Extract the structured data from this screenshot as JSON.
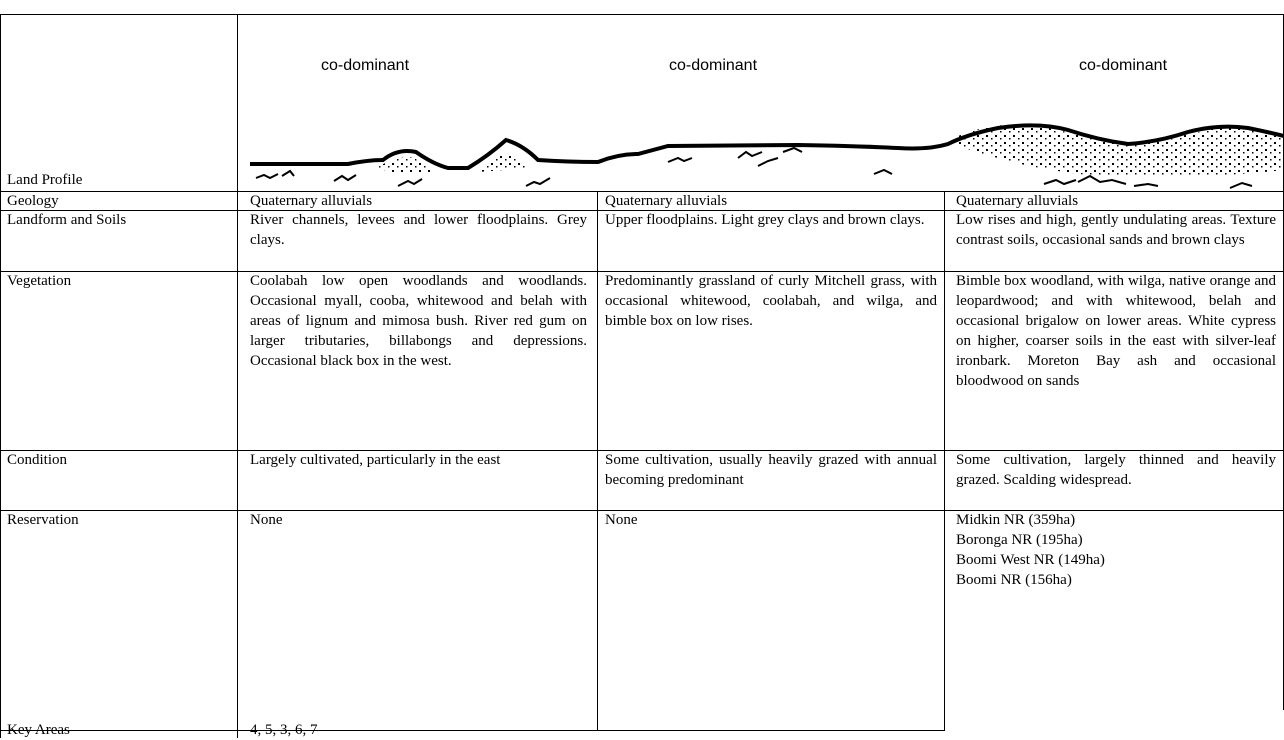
{
  "profile": {
    "row_label": "Land Profile",
    "codominant_labels": [
      "co-dominant",
      "co-dominant",
      "co-dominant"
    ]
  },
  "rows": [
    {
      "label": "Geology",
      "cells": [
        "Quaternary alluvials",
        "Quaternary alluvials",
        "Quaternary alluvials"
      ]
    },
    {
      "label": "Landform and Soils",
      "cells": [
        "River channels, levees and lower floodplains. Grey clays.",
        "Upper floodplains. Light grey clays and brown clays.",
        "Low rises and high, gently undulating areas. Texture contrast soils, occasional sands and brown clays"
      ]
    },
    {
      "label": "Vegetation",
      "cells": [
        "Coolabah low open woodlands and woodlands. Occasional myall, cooba, whitewood and belah with areas of lignum and mimosa bush. River red gum on larger tributaries, billabongs and depressions. Occasional black box in the west.",
        "Predominantly grassland of curly Mitchell grass, with occasional whitewood, coolabah, and wilga, and bimble box on low rises.",
        "Bimble box woodland, with wilga, native orange and leopardwood; and with whitewood, belah and occasional brigalow on lower areas. White cypress on higher, coarser soils in the east with silver-leaf ironbark. Moreton Bay ash and occasional bloodwood on sands"
      ]
    },
    {
      "label": "Condition",
      "cells": [
        "Largely cultivated, particularly in the east",
        "Some cultivation, usually heavily grazed with annual becoming predominant",
        "Some cultivation, largely thinned and heavily grazed. Scalding widespread."
      ]
    },
    {
      "label": "Reservation",
      "cells": [
        "None",
        "None"
      ],
      "reserves": [
        "Midkin NR (359ha)",
        "Boronga NR (195ha)",
        "Boomi West NR (149ha)",
        "Boomi NR (156ha)"
      ]
    }
  ],
  "key_areas": {
    "label": "Key Areas",
    "value": "4, 5, 3, 6, 7"
  }
}
